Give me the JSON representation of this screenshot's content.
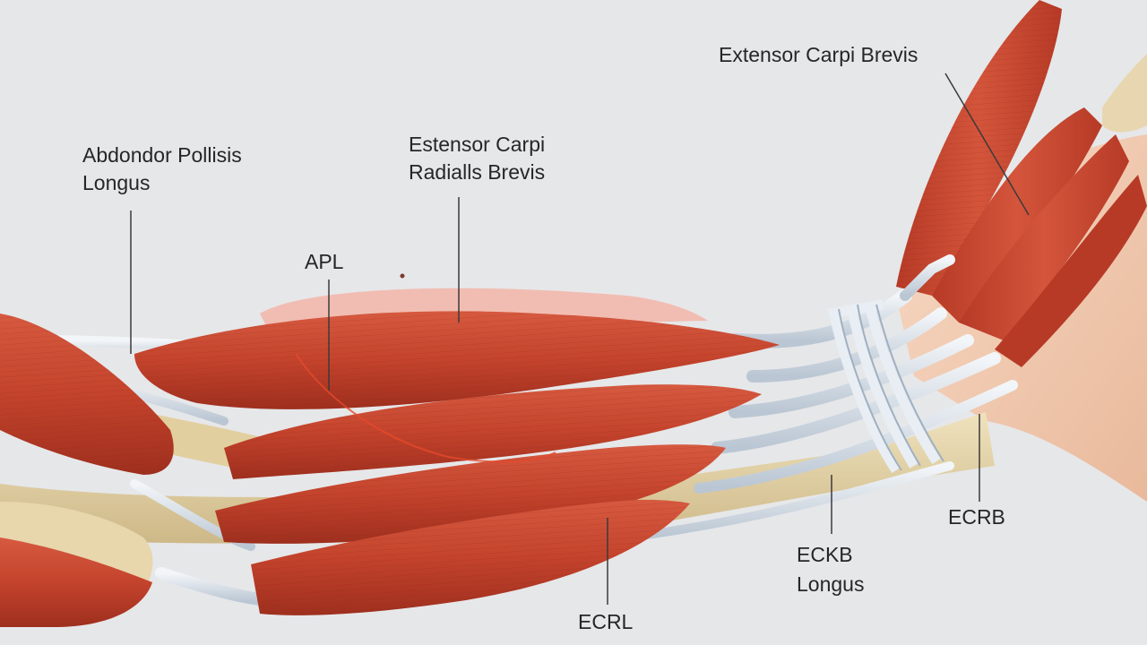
{
  "labels": {
    "extensor_carpi_brevis": {
      "lines": [
        "Extensor Carpi Brevis"
      ]
    },
    "abdondor_pollisis": {
      "lines": [
        "Abdondor Pollisis",
        "Longus"
      ]
    },
    "extensor_carpi_radialis_brevis": {
      "lines": [
        "Estensor Carpi",
        "Radialls Brevis"
      ]
    },
    "apl": {
      "lines": [
        "APL"
      ]
    },
    "ecrb_right": {
      "lines": [
        "ECRB"
      ]
    },
    "ecrb_longus": {
      "lines": [
        "ECKB",
        "Longus"
      ]
    },
    "ecrl": {
      "lines": [
        "ECRL"
      ]
    }
  },
  "colors": {
    "background": "#e6e7e9",
    "muscle_red": "#c4432c",
    "muscle_dark": "#9e2f1e",
    "tendon": "#dde4ec",
    "bone": "#e0d0a6",
    "skin": "#f2cdb4",
    "leader_line": "#3a3a3a"
  }
}
